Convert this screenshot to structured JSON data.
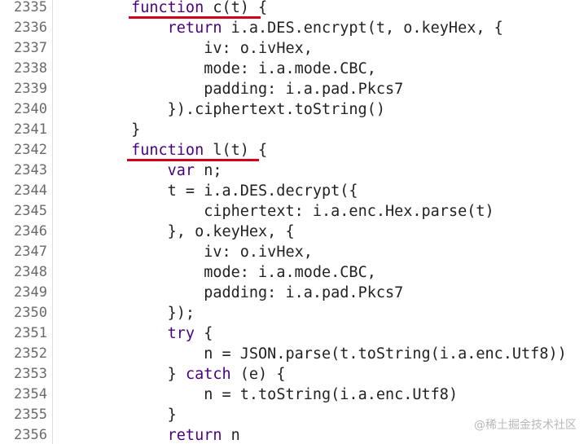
{
  "editor": {
    "lines": [
      {
        "num": "2335",
        "indent": "        ",
        "tokens": [
          {
            "t": "function",
            "c": "kw"
          },
          {
            "t": " c(t) {",
            "c": "plain"
          }
        ]
      },
      {
        "num": "2336",
        "indent": "            ",
        "tokens": [
          {
            "t": "return",
            "c": "kw"
          },
          {
            "t": " i.a.DES.encrypt(t, o.keyHex, {",
            "c": "plain"
          }
        ]
      },
      {
        "num": "2337",
        "indent": "                ",
        "tokens": [
          {
            "t": "iv: o.ivHex,",
            "c": "plain"
          }
        ]
      },
      {
        "num": "2338",
        "indent": "                ",
        "tokens": [
          {
            "t": "mode: i.a.mode.CBC,",
            "c": "plain"
          }
        ]
      },
      {
        "num": "2339",
        "indent": "                ",
        "tokens": [
          {
            "t": "padding: i.a.pad.Pkcs7",
            "c": "plain"
          }
        ]
      },
      {
        "num": "2340",
        "indent": "            ",
        "tokens": [
          {
            "t": "}).ciphertext.toString()",
            "c": "plain"
          }
        ]
      },
      {
        "num": "2341",
        "indent": "        ",
        "tokens": [
          {
            "t": "}",
            "c": "plain"
          }
        ]
      },
      {
        "num": "2342",
        "indent": "        ",
        "tokens": [
          {
            "t": "function",
            "c": "kw"
          },
          {
            "t": " l(t) {",
            "c": "plain"
          }
        ]
      },
      {
        "num": "2343",
        "indent": "            ",
        "tokens": [
          {
            "t": "var",
            "c": "kw"
          },
          {
            "t": " n;",
            "c": "plain"
          }
        ]
      },
      {
        "num": "2344",
        "indent": "            ",
        "tokens": [
          {
            "t": "t = i.a.DES.decrypt({",
            "c": "plain"
          }
        ]
      },
      {
        "num": "2345",
        "indent": "                ",
        "tokens": [
          {
            "t": "ciphertext: i.a.enc.Hex.parse(t)",
            "c": "plain"
          }
        ]
      },
      {
        "num": "2346",
        "indent": "            ",
        "tokens": [
          {
            "t": "}, o.keyHex, {",
            "c": "plain"
          }
        ]
      },
      {
        "num": "2347",
        "indent": "                ",
        "tokens": [
          {
            "t": "iv: o.ivHex,",
            "c": "plain"
          }
        ]
      },
      {
        "num": "2348",
        "indent": "                ",
        "tokens": [
          {
            "t": "mode: i.a.mode.CBC,",
            "c": "plain"
          }
        ]
      },
      {
        "num": "2349",
        "indent": "                ",
        "tokens": [
          {
            "t": "padding: i.a.pad.Pkcs7",
            "c": "plain"
          }
        ]
      },
      {
        "num": "2350",
        "indent": "            ",
        "tokens": [
          {
            "t": "});",
            "c": "plain"
          }
        ]
      },
      {
        "num": "2351",
        "indent": "            ",
        "tokens": [
          {
            "t": "try",
            "c": "kw"
          },
          {
            "t": " {",
            "c": "plain"
          }
        ]
      },
      {
        "num": "2352",
        "indent": "                ",
        "tokens": [
          {
            "t": "n = JSON.parse(t.toString(i.a.enc.Utf8))",
            "c": "plain"
          }
        ]
      },
      {
        "num": "2353",
        "indent": "            ",
        "tokens": [
          {
            "t": "} ",
            "c": "plain"
          },
          {
            "t": "catch",
            "c": "kw"
          },
          {
            "t": " (e) {",
            "c": "plain"
          }
        ]
      },
      {
        "num": "2354",
        "indent": "                ",
        "tokens": [
          {
            "t": "n = t.toString(i.a.enc.Utf8)",
            "c": "plain"
          }
        ]
      },
      {
        "num": "2355",
        "indent": "            ",
        "tokens": [
          {
            "t": "}",
            "c": "plain"
          }
        ]
      },
      {
        "num": "2356",
        "indent": "            ",
        "tokens": [
          {
            "t": "return",
            "c": "kw"
          },
          {
            "t": " n",
            "c": "plain"
          }
        ]
      }
    ]
  },
  "watermark": "@稀土掘金技术社区",
  "colors": {
    "keyword": "#4b0082",
    "text": "#222222",
    "line_number": "#6a6a6a",
    "underline": "#d0021b"
  }
}
